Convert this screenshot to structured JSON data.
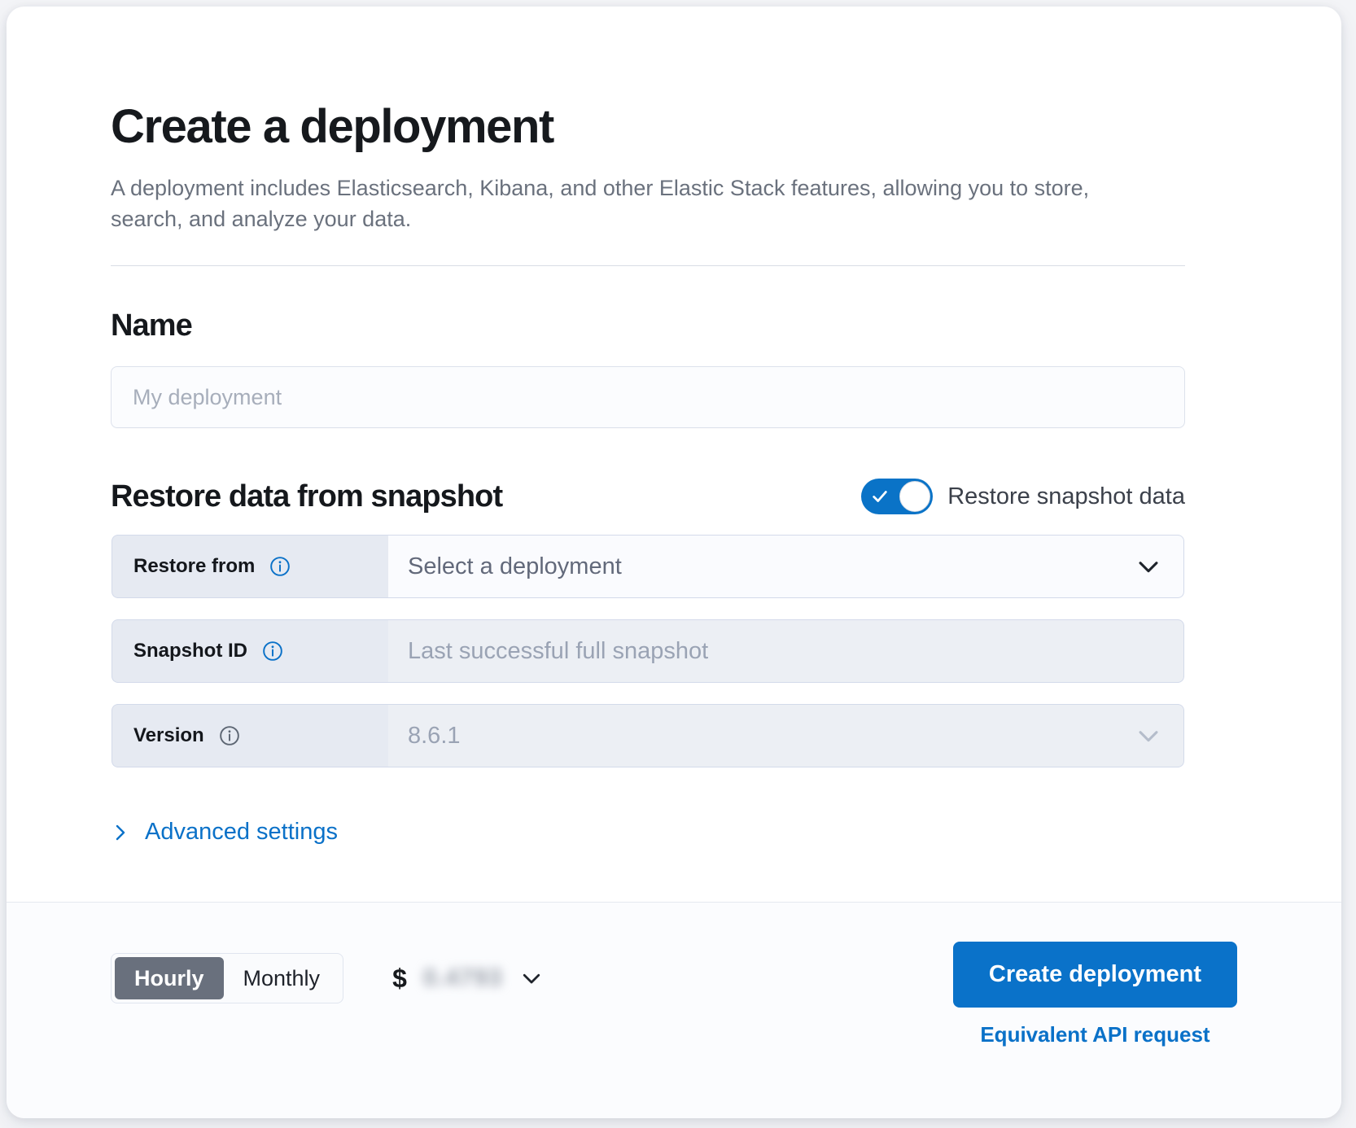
{
  "header": {
    "title": "Create a deployment",
    "description": "A deployment includes Elasticsearch, Kibana, and other Elastic Stack features, allowing you to store, search, and analyze your data."
  },
  "name_section": {
    "heading": "Name",
    "input_placeholder": "My deployment",
    "input_value": ""
  },
  "restore_section": {
    "heading": "Restore data from snapshot",
    "toggle": {
      "label": "Restore snapshot data",
      "checked": true,
      "on_color": "#0a73c7"
    },
    "fields": [
      {
        "label": "Restore from",
        "info_icon": "info-circle-icon",
        "info_icon_color": "#0a71c8",
        "value": "Select a deployment",
        "control": "select",
        "disabled": false
      },
      {
        "label": "Snapshot ID",
        "info_icon": "info-circle-icon",
        "info_icon_color": "#0a71c8",
        "value": "Last successful full snapshot",
        "control": "text",
        "disabled": true
      },
      {
        "label": "Version",
        "info_icon": "info-circle-icon",
        "info_icon_color": "#5d6673",
        "value": "8.6.1",
        "control": "select",
        "disabled": true
      }
    ],
    "advanced_link": "Advanced settings"
  },
  "footer": {
    "billing_options": [
      {
        "label": "Hourly",
        "active": true
      },
      {
        "label": "Monthly",
        "active": false
      }
    ],
    "price": {
      "currency_symbol": "$",
      "amount": "0.4793",
      "redacted": true
    },
    "create_button": "Create deployment",
    "api_link": "Equivalent API request"
  },
  "colors": {
    "accent": "#0a72c9",
    "link": "#0a71c8",
    "segment_active_bg": "#69707d",
    "label_bg": "#e6eaf2",
    "page_bg": "#f3f4f7"
  }
}
